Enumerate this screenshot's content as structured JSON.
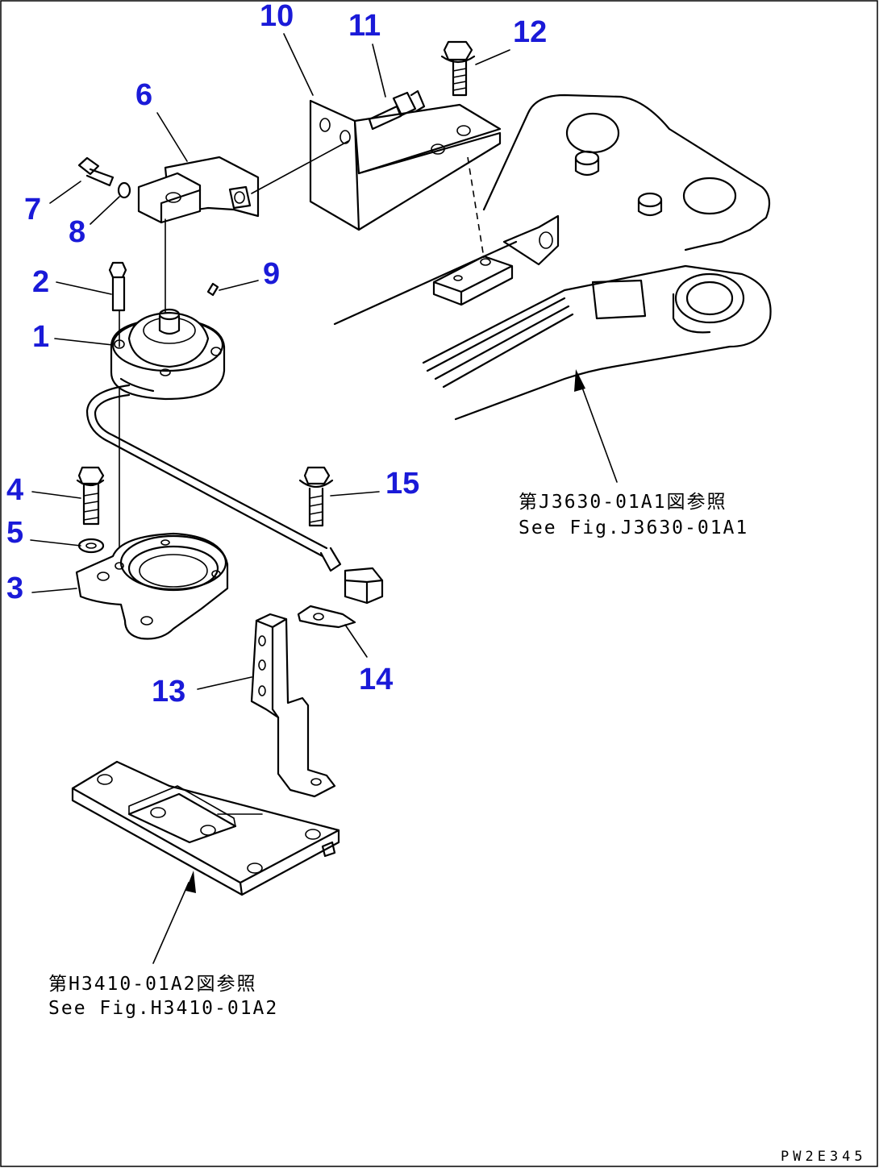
{
  "callouts": [
    "1",
    "2",
    "3",
    "4",
    "5",
    "6",
    "7",
    "8",
    "9",
    "10",
    "11",
    "12",
    "13",
    "14",
    "15"
  ],
  "references": {
    "frame_ref": {
      "jp": "第J3630-01A1図参照",
      "en": "See Fig.J3630-01A1"
    },
    "plate_ref": {
      "jp": "第H3410-01A2図参照",
      "en": "See Fig.H3410-01A2"
    }
  },
  "drawing_code": "PW2E345",
  "colors": {
    "callout": "#1a1ad8",
    "line": "#000000",
    "background": "#ffffff"
  }
}
